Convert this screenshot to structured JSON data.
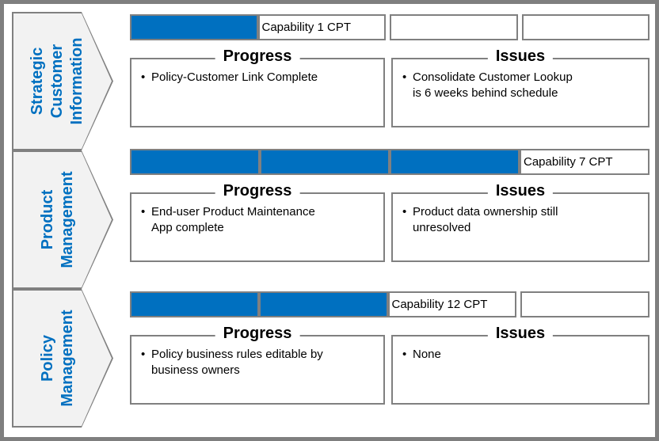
{
  "colors": {
    "accent_blue": "#0070C0",
    "border_gray": "#808080",
    "chevron_fill": "#F2F2F2"
  },
  "sections": [
    {
      "nav_label": "Strategic\nCustomer\nInformation",
      "bar": {
        "cells": [
          {
            "type": "filled",
            "label": ""
          },
          {
            "type": "label",
            "label": "Capability 1 CPT"
          },
          {
            "type": "empty",
            "label": ""
          },
          {
            "type": "empty",
            "label": ""
          }
        ]
      },
      "progress": {
        "title": "Progress",
        "items": [
          "Policy-Customer Link Complete"
        ]
      },
      "issues": {
        "title": "Issues",
        "items": [
          "Consolidate Customer Lookup\nis 6 weeks behind schedule"
        ]
      }
    },
    {
      "nav_label": "Product\nManagement",
      "bar": {
        "cells": [
          {
            "type": "filled",
            "label": ""
          },
          {
            "type": "filled",
            "label": ""
          },
          {
            "type": "filled",
            "label": ""
          },
          {
            "type": "label",
            "label": "Capability 7 CPT"
          }
        ]
      },
      "progress": {
        "title": "Progress",
        "items": [
          "End-user Product Maintenance\nApp complete"
        ]
      },
      "issues": {
        "title": "Issues",
        "items": [
          "Product data ownership still\nunresolved"
        ]
      }
    },
    {
      "nav_label": "Policy\nManagement",
      "bar": {
        "cells": [
          {
            "type": "filled",
            "label": ""
          },
          {
            "type": "filled",
            "label": ""
          },
          {
            "type": "label",
            "label": "Capability 12 CPT"
          },
          {
            "type": "empty",
            "label": ""
          }
        ]
      },
      "progress": {
        "title": "Progress",
        "items": [
          "Policy business rules editable by\nbusiness owners"
        ]
      },
      "issues": {
        "title": "Issues",
        "items": [
          "None"
        ]
      }
    }
  ]
}
